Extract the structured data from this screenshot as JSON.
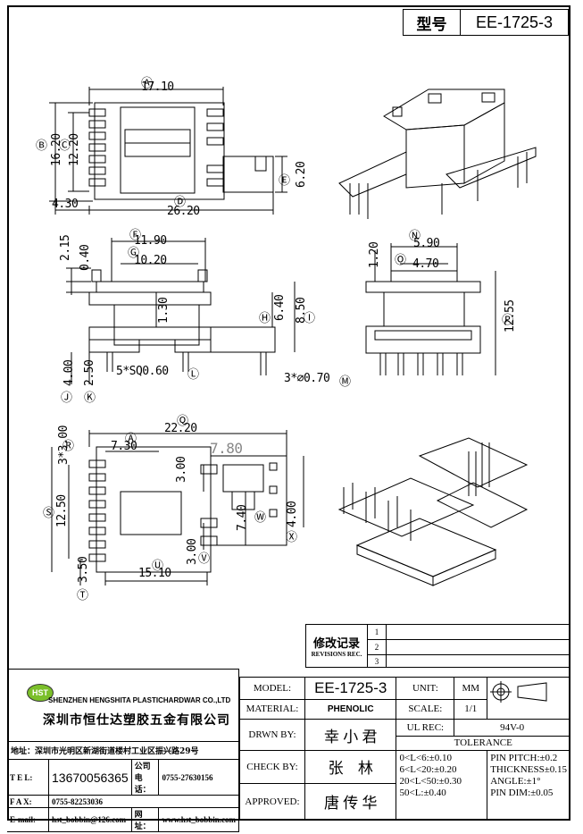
{
  "header": {
    "type_label": "型号",
    "model": "EE-1725-3"
  },
  "dims": {
    "A": "Ⓐ",
    "B": "Ⓑ",
    "C": "Ⓒ",
    "D": "Ⓓ",
    "E": "Ⓔ",
    "F": "Ⓕ",
    "G": "Ⓖ",
    "H": "Ⓗ",
    "I": "Ⓘ",
    "J": "Ⓙ",
    "K": "Ⓚ",
    "L": "Ⓛ",
    "M": "Ⓜ",
    "N": "Ⓝ",
    "O": "Ⓞ",
    "P": "Ⓟ",
    "Q": "Ⓠ",
    "R": "Ⓡ",
    "S": "Ⓢ",
    "T": "Ⓣ",
    "U": "Ⓤ",
    "V": "Ⓥ",
    "W": "Ⓦ",
    "X": "Ⓧ",
    "v17_10": "17.10",
    "v16_20": "16.20",
    "v12_20": "12.20",
    "v4_30": "4.30",
    "v26_20": "26.20",
    "v6_20": "6.20",
    "v2_15": "2.15",
    "v0_40": "0.40",
    "v11_90": "11.90",
    "v10_20": "10.20",
    "v1_30": "1.30",
    "v6_40": "6.40",
    "v8_50": "8.50",
    "v4_00": "4.00",
    "v2_50": "2.50",
    "sq": "5*SQ0.60",
    "dia": "3*⌀0.70",
    "v1_20": "1.20",
    "v5_90": "5.90",
    "v4_70": "4.70",
    "v12_55": "12.55",
    "v22_20": "22.20",
    "v3x3_00": "3*3.00",
    "v7_30": "7.30",
    "v7_80": "7.80",
    "v3_00a": "3.00",
    "v12_50": "12.50",
    "v7_40": "7.40",
    "v4_00b": "4.00",
    "v3_50": "3.50",
    "v3_00b": "3.00",
    "v15_10": "15.10"
  },
  "revision": {
    "label_cn": "修改记录",
    "label_en": "REVISIONS REC.",
    "marks": [
      "1",
      "2",
      "3"
    ]
  },
  "company": {
    "name_en": "SHENZHEN HENGSHITA PLASTICHARDWAR CO.,LTD",
    "name_cn": "深圳市恒仕达塑胶五金有限公司",
    "logo": "HST",
    "address": "地址：深圳市光明区新湖街道楼村工业区振兴路29号",
    "tel_label": "T E L:",
    "tel": "13670056365",
    "co_tel_label": "公司电话：",
    "co_tel": "0755-27630156",
    "fax_label": "F A X:",
    "fax": "0755-82253036",
    "email_label": "E-mail:",
    "email": "hst_bobbin@126.com",
    "web_label": "网 址：",
    "web": "www.hst_bobbin.com"
  },
  "spec": {
    "model_label": "MODEL:",
    "model_value": "EE-1725-3",
    "material_label": "MATERIAL:",
    "material_value": "PHENOLIC",
    "drawn_label": "DRWN BY:",
    "drawn_value": "幸 小 君",
    "check_label": "CHECK BY:",
    "check_value": "张 林",
    "approved_label": "APPROVED:",
    "approved_value": "唐 传 华",
    "unit_label": "UNIT:",
    "unit_value": "MM",
    "scale_label": "SCALE:",
    "scale_value": "1/1",
    "ul_label": "UL REC:",
    "ul_value": "94V-0",
    "tolerance_label": "TOLERANCE",
    "tol1": "0<L<6:±0.10",
    "tol2": "6<L<20:±0.20",
    "tol3": "20<L<50:±0.30",
    "tol4": "50<L:±0.40",
    "pin1": "PIN PITCH:±0.2",
    "pin2": "THICKNESS±0.15",
    "pin3": "ANGLE:±1°",
    "pin4": "PIN DIM:±0.05"
  }
}
